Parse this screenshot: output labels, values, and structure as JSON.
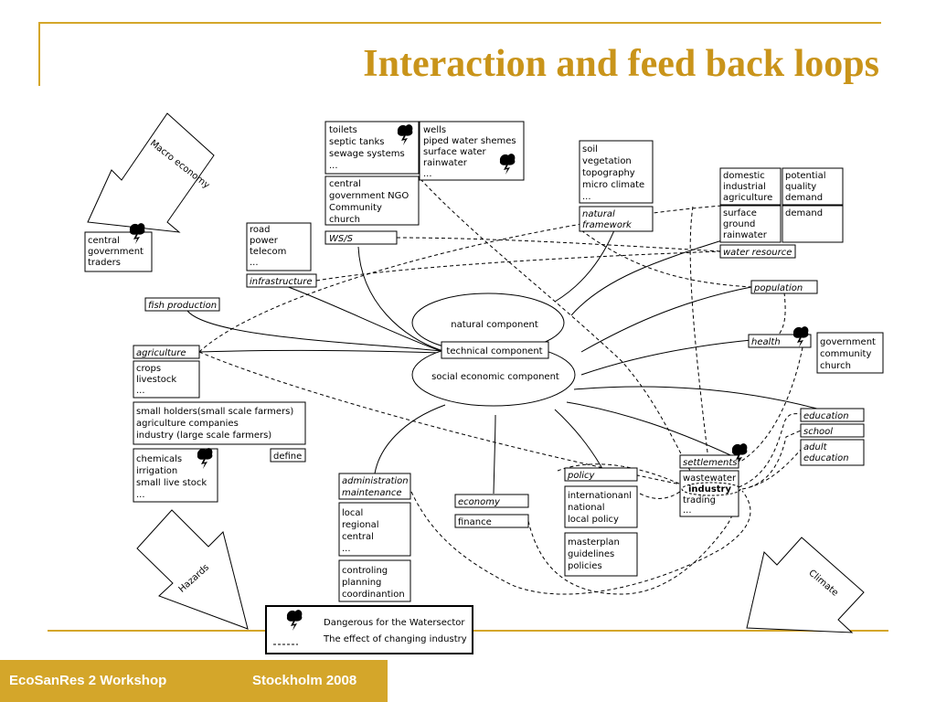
{
  "title": "Interaction and feed back loops",
  "footer": {
    "workshop": "EcoSanRes 2 Workshop",
    "location": "Stockholm  2008"
  },
  "arrows": {
    "macro": "Macro economy",
    "hazards": "Hazards",
    "climate": "Climate"
  },
  "center": {
    "natural": "natural component",
    "technical": "technical component",
    "social": "social economic component"
  },
  "labels": {
    "ws": "WS/S",
    "infrastructure": "infrastructure",
    "fish": "fish production",
    "agriculture": "agriculture",
    "natural_framework": [
      "natural",
      "framework"
    ],
    "water_resource": "water resource",
    "population": "population",
    "health": "health",
    "education": "education",
    "school": "school",
    "settlements": "settlements",
    "admin": [
      "administration",
      "maintenance"
    ],
    "economy": "economy",
    "finance": "finance",
    "policy": "policy",
    "define": "define"
  },
  "boxes": {
    "toilets": [
      "toilets",
      "septic tanks",
      "sewage systems",
      "..."
    ],
    "wells": [
      "wells",
      "piped water shemes",
      "surface water",
      "rainwater",
      "..."
    ],
    "central_gov": [
      "central",
      "government NGO",
      "Community",
      "church"
    ],
    "soil": [
      "soil",
      "vegetation",
      "topography",
      "micro climate",
      "..."
    ],
    "domestic": [
      "domestic",
      "industrial",
      "agriculture"
    ],
    "potential": [
      "potential",
      "quality",
      "demand"
    ],
    "surface": [
      "surface",
      "ground",
      "rainwater"
    ],
    "demand": [
      "demand"
    ],
    "central_traders": [
      "central",
      "government",
      "traders"
    ],
    "road": [
      "road",
      "power",
      "telecom",
      "..."
    ],
    "crops": [
      "crops",
      "livestock",
      "..."
    ],
    "holders": [
      "small holders(small scale farmers)",
      "agriculture companies",
      "industry (large scale farmers)"
    ],
    "chemicals": [
      "chemicals",
      "irrigation",
      "small live stock",
      "..."
    ],
    "gov_comm": [
      "government",
      "community",
      "church"
    ],
    "adult": [
      "adult",
      "education"
    ],
    "wastewater": [
      "wastewater",
      "industry",
      "trading",
      "..."
    ],
    "local": [
      "local",
      "regional",
      "central",
      "..."
    ],
    "controling": [
      "controling",
      "planning",
      "coordinantion"
    ],
    "intl": [
      "internationanl",
      "national",
      "local policy"
    ],
    "masterplan": [
      "masterplan",
      "guidelines",
      "policies"
    ]
  },
  "legend": {
    "dangerous": "Dangerous for the Watersector",
    "effect": "The effect of changing industry"
  }
}
